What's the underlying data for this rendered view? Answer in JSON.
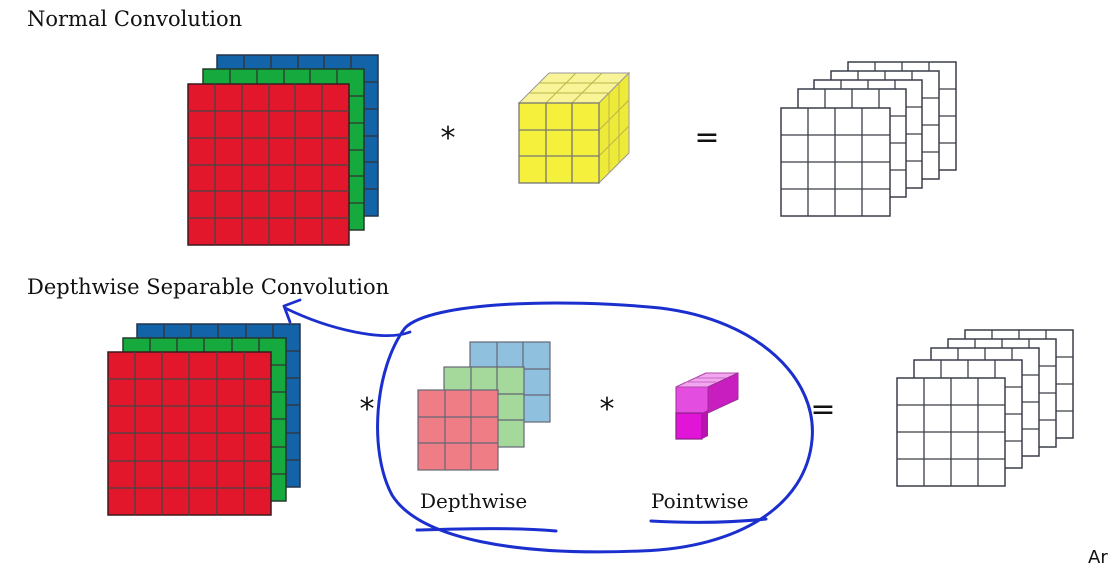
{
  "normal": {
    "title": "Normal Convolution",
    "op_multiply": "*",
    "op_equals": "="
  },
  "depthwise_separable": {
    "title": "Depthwise Separable Convolution",
    "op_multiply_1": "*",
    "op_multiply_2": "*",
    "op_equals": "=",
    "depthwise_label": "Depthwise",
    "pointwise_label": "Pointwise"
  },
  "corner_text": "Ar",
  "colors": {
    "red_channel": "#e3172c",
    "green_channel": "#16a93e",
    "blue_channel": "#1263a8",
    "yellow_filter": "#f4f03c",
    "depthwise_red": "#ee7d86",
    "depthwise_green": "#a5d99b",
    "depthwise_blue": "#8fc0dd",
    "pointwise_magenta": "#e015d8",
    "annotation_ink": "#1b2fcf",
    "grid_line": "#333333",
    "output_line": "#333333"
  }
}
